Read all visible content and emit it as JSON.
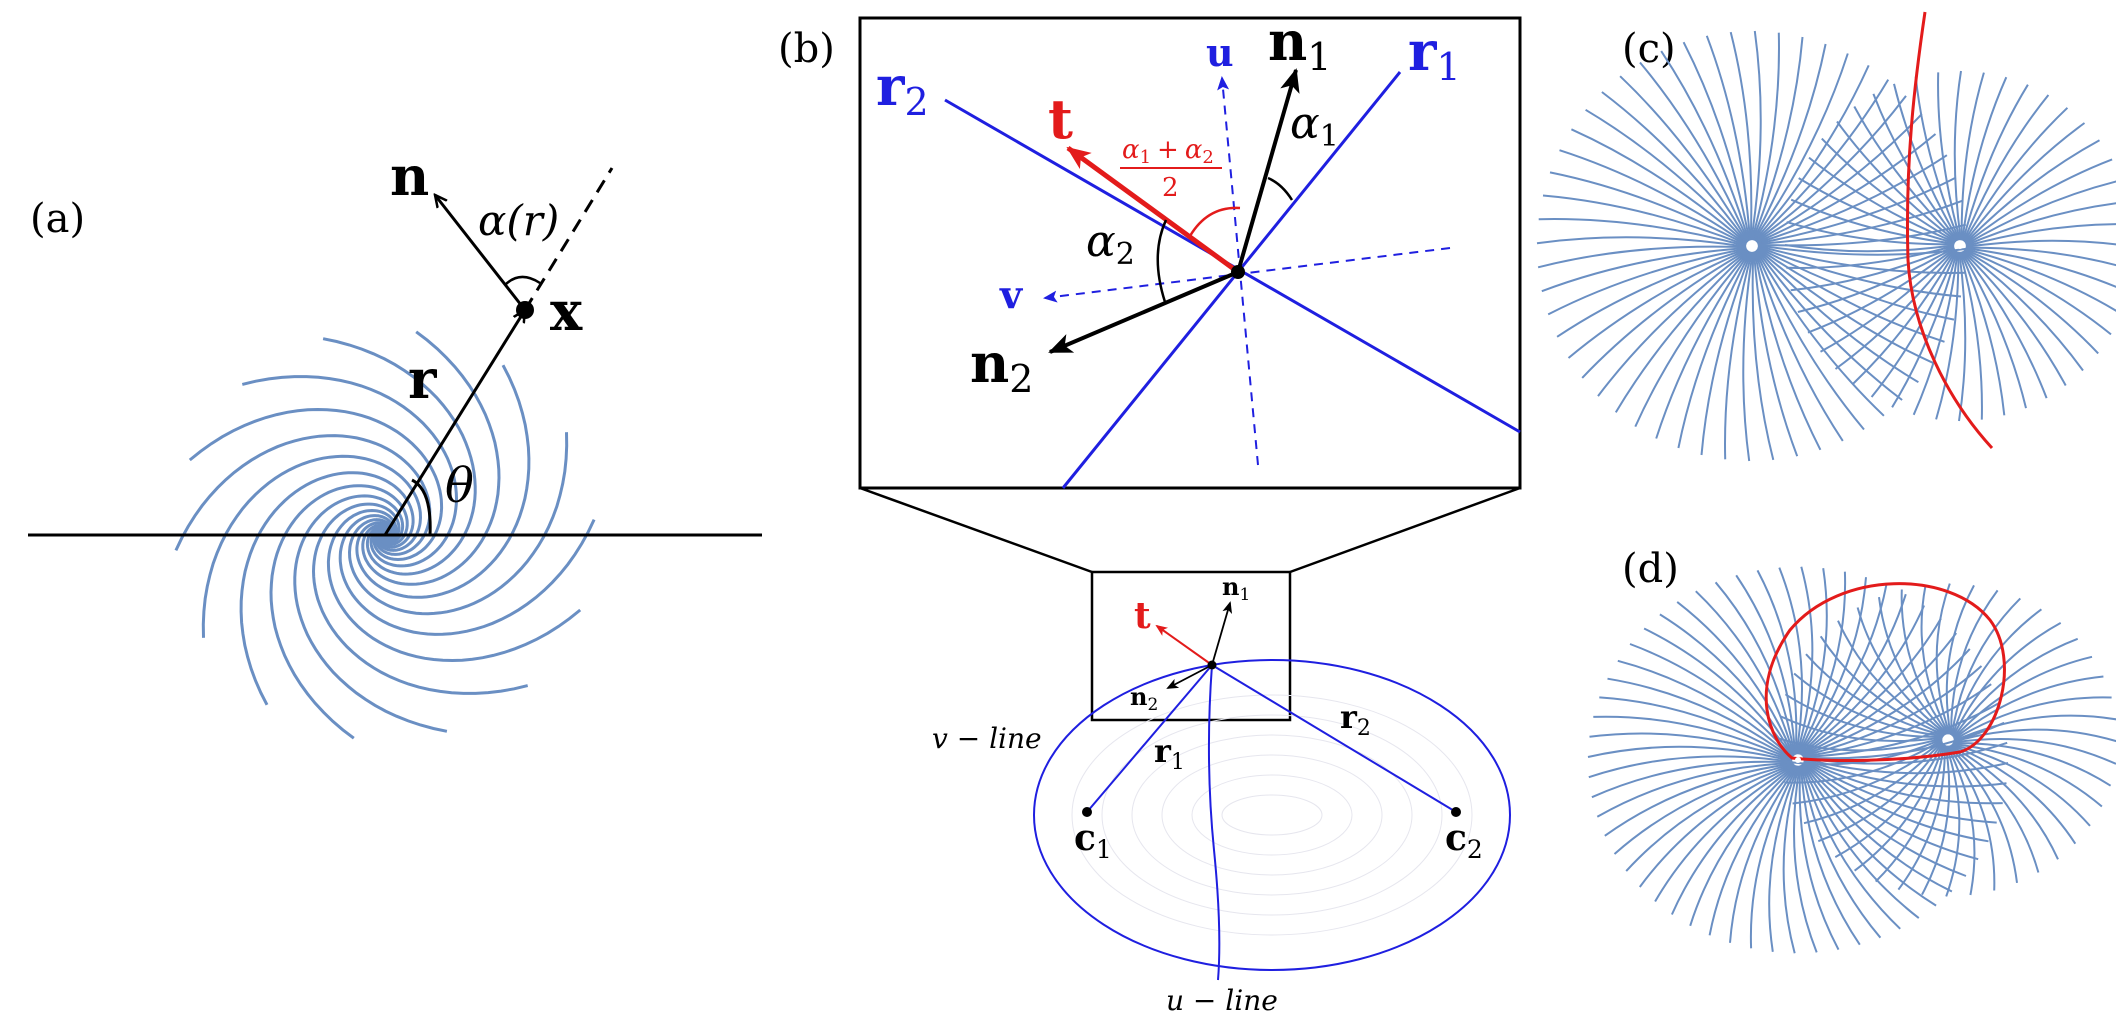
{
  "colors": {
    "spiral": "#6a8fc3",
    "blue_line": "#1f1fe0",
    "red": "#e31b1b",
    "black": "#000000"
  },
  "panels": {
    "a": {
      "label": "(a)",
      "n_label": "n",
      "alpha_label": "α(r)",
      "x_label": "x",
      "r_label": "r",
      "theta_label": "θ"
    },
    "b": {
      "label": "(b)",
      "zoom": {
        "r2": "r",
        "r2_sub": "2",
        "r1": "r",
        "r1_sub": "1",
        "n1": "n",
        "n1_sub": "1",
        "n2": "n",
        "n2_sub": "2",
        "u": "u",
        "v": "v",
        "t": "t",
        "alpha1": "α",
        "alpha1_sub": "1",
        "alpha2": "α",
        "alpha2_sub": "2",
        "half_num": "α",
        "half_num_sub1": "1",
        "half_plus": "+",
        "half_num2": "α",
        "half_num_sub2": "2",
        "half_den": "2"
      },
      "bottom": {
        "t": "t",
        "n1": "n",
        "n1_sub": "1",
        "n2": "n",
        "n2_sub": "2",
        "r1": "r",
        "r1_sub": "1",
        "r2": "r",
        "r2_sub": "2",
        "c1": "c",
        "c1_sub": "1",
        "c2": "c",
        "c2_sub": "2",
        "v_line": "v − line",
        "u_line": "u − line"
      }
    },
    "c": {
      "label": "(c)"
    },
    "d": {
      "label": "(d)"
    }
  }
}
